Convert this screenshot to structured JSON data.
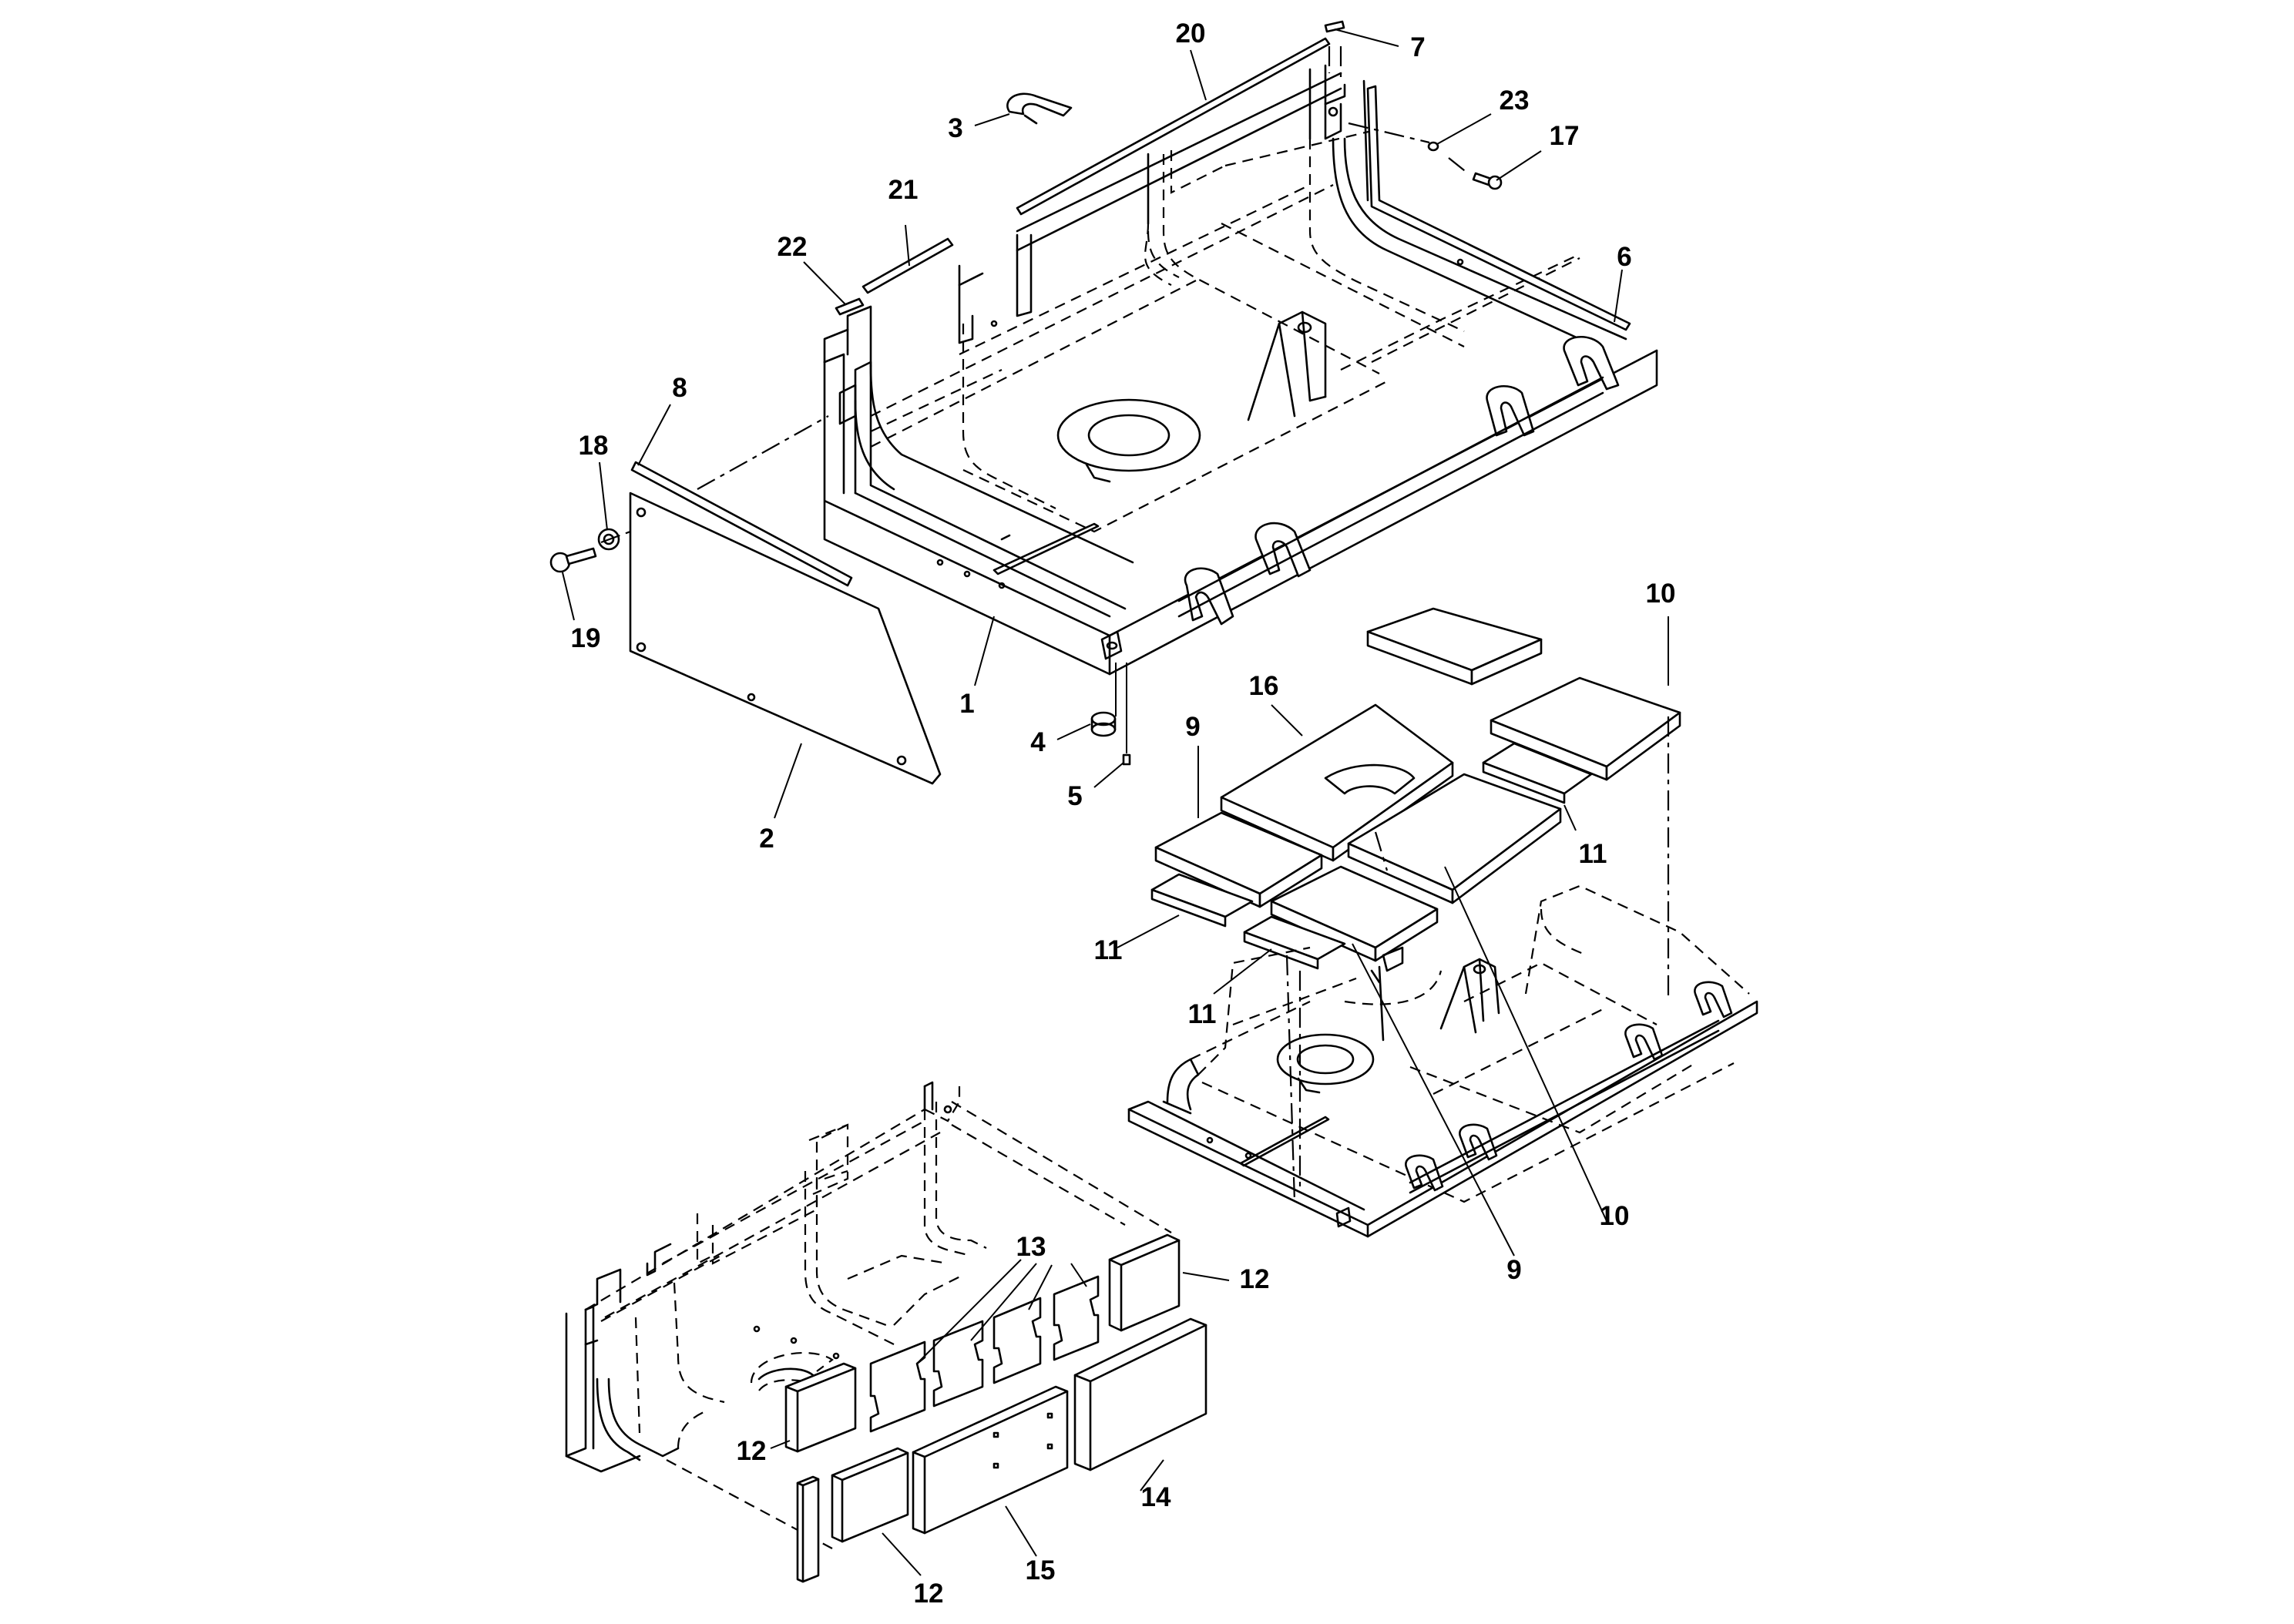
{
  "diagram": {
    "callouts": [
      {
        "id": "c20",
        "text": "20"
      },
      {
        "id": "c7",
        "text": "7"
      },
      {
        "id": "c3",
        "text": "3"
      },
      {
        "id": "c23",
        "text": "23"
      },
      {
        "id": "c17",
        "text": "17"
      },
      {
        "id": "c21",
        "text": "21"
      },
      {
        "id": "c22",
        "text": "22"
      },
      {
        "id": "c6",
        "text": "6"
      },
      {
        "id": "c8",
        "text": "8"
      },
      {
        "id": "c18",
        "text": "18"
      },
      {
        "id": "c19",
        "text": "19"
      },
      {
        "id": "c1",
        "text": "1"
      },
      {
        "id": "c4",
        "text": "4"
      },
      {
        "id": "c5",
        "text": "5"
      },
      {
        "id": "c2",
        "text": "2"
      },
      {
        "id": "c10a",
        "text": "10"
      },
      {
        "id": "c16",
        "text": "16"
      },
      {
        "id": "c9a",
        "text": "9"
      },
      {
        "id": "c11a",
        "text": "11"
      },
      {
        "id": "c11b",
        "text": "11"
      },
      {
        "id": "c11c",
        "text": "11"
      },
      {
        "id": "c10b",
        "text": "10"
      },
      {
        "id": "c9b",
        "text": "9"
      },
      {
        "id": "c13",
        "text": "13"
      },
      {
        "id": "c12a",
        "text": "12"
      },
      {
        "id": "c12b",
        "text": "12"
      },
      {
        "id": "c12c",
        "text": "12"
      },
      {
        "id": "c14",
        "text": "14"
      },
      {
        "id": "c15",
        "text": "15"
      }
    ]
  }
}
